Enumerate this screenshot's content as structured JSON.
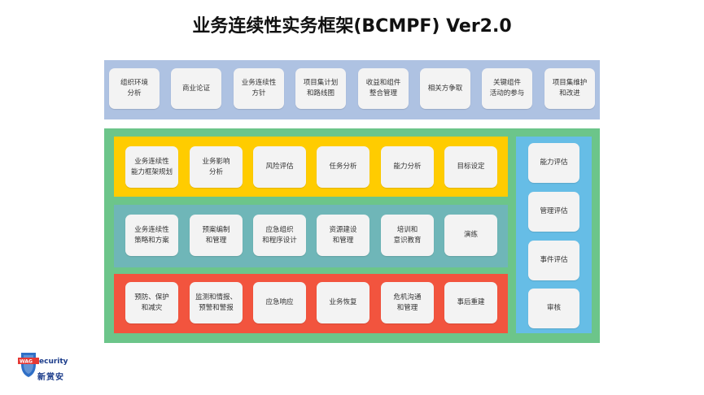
{
  "title": "业务连续性实务框架(BCMPF) Ver2.0",
  "top_row": [
    "组织环境\n分析",
    "商业论证",
    "业务连续性\n方针",
    "项目集计划\n和路线图",
    "收益和组件\n整合管理",
    "相关方争取",
    "关键组件\n活动的参与",
    "项目集维护\n和改进"
  ],
  "row1": [
    "业务连续性\n能力框架规划",
    "业务影响\n分析",
    "风险评估",
    "任务分析",
    "能力分析",
    "目标设定"
  ],
  "row2": [
    "业务连续性\n策略和方案",
    "预案编制\n和管理",
    "应急组织\n和程序设计",
    "资源建设\n和管理",
    "培训和\n意识教育",
    "演练"
  ],
  "row3": [
    "预防、保护\n和减灾",
    "监测和情报、\n预警和警报",
    "应急响应",
    "业务恢复",
    "危机沟通\n和管理",
    "事后重建"
  ],
  "right_col": [
    "能力评估",
    "管理评估",
    "事件评估",
    "审核"
  ],
  "logo": {
    "brand": "WAGSecurity",
    "subtitle": "新赏安"
  },
  "colors": {
    "top_panel": "#aec2e2",
    "green_panel": "#6cc58a",
    "row1": "#ffcc00",
    "row2": "#6fb6b8",
    "row3": "#f2543e",
    "right_col": "#66bde6"
  }
}
